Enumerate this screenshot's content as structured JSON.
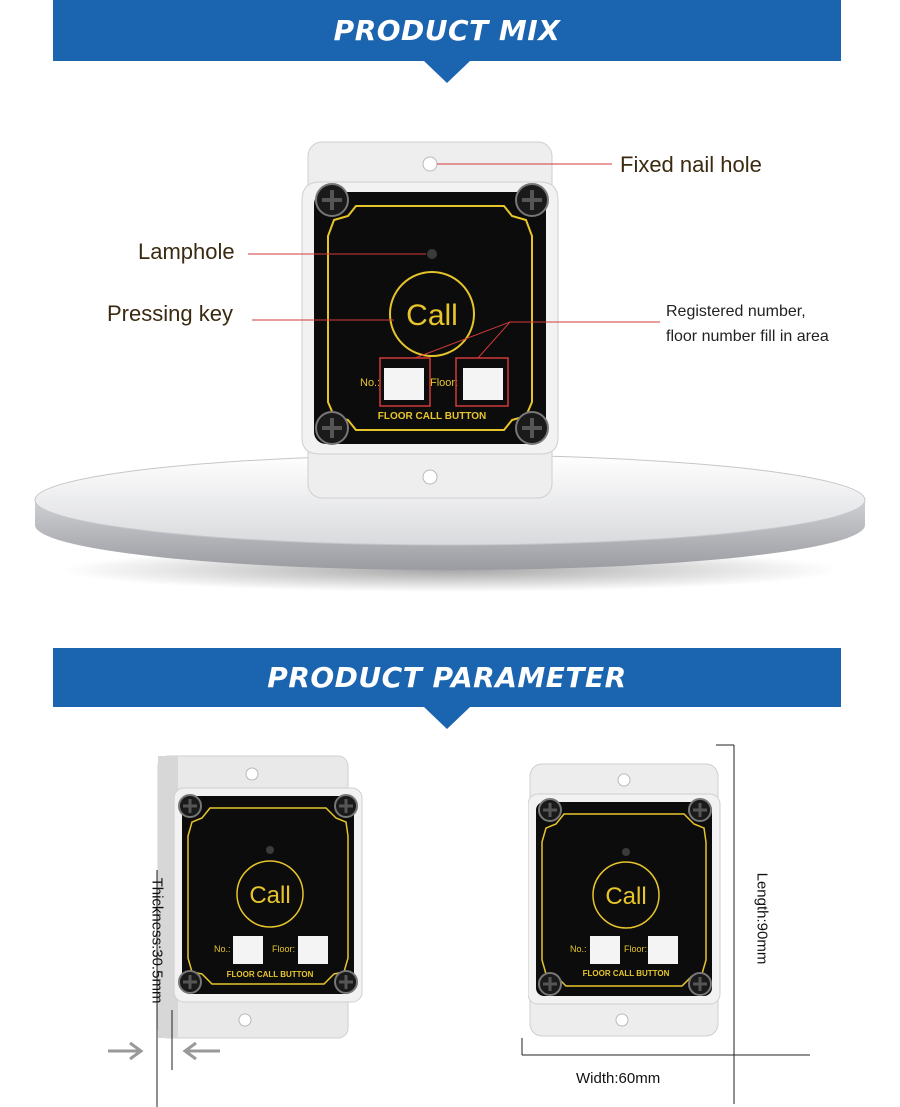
{
  "sections": {
    "mix_title": "PRODUCT MIX",
    "parameter_title": "PRODUCT PARAMETER"
  },
  "device": {
    "call_label": "Call",
    "no_label": "No.:",
    "floor_label": "Floor:",
    "footer_label": "FLOOR CALL BUTTON"
  },
  "callouts": {
    "nail_hole": "Fixed nail hole",
    "lamphole": "Lamphole",
    "pressing_key": "Pressing key",
    "registered_line1": "Registered number,",
    "registered_line2": "floor number fill in area"
  },
  "dimensions": {
    "thickness": "Thickness:30.5mm",
    "length": "Length:90mm",
    "width": "Width:60mm"
  },
  "colors": {
    "banner": "#1b64b0",
    "face": "#0d0c0c",
    "trim": "#e6c52b",
    "callout_line": "#d23a3a",
    "housing": "#ededed"
  }
}
